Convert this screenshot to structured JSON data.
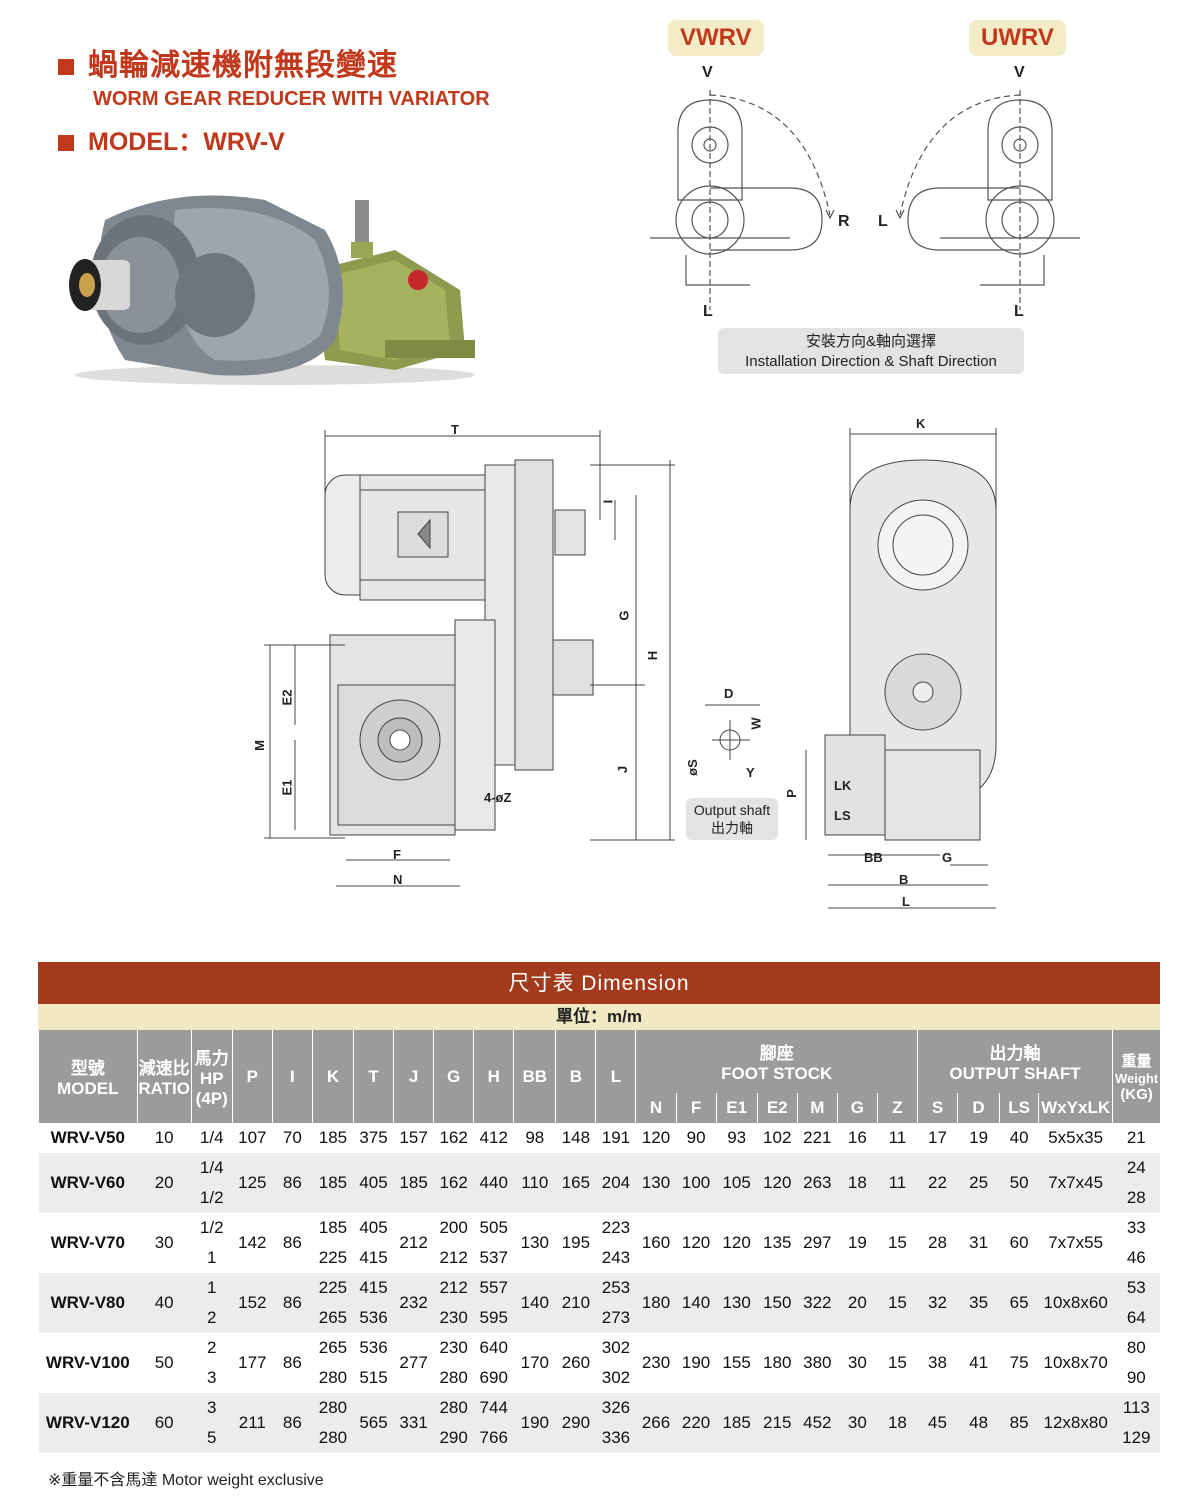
{
  "header": {
    "title_zh": "蝸輪減速機附無段變速",
    "title_en": "WORM GEAR REDUCER WITH VARIATOR",
    "model": "MODEL：WRV-V"
  },
  "direction": {
    "left_tag": "VWRV",
    "right_tag": "UWRV",
    "v_label": "V",
    "r_label": "R",
    "l_label": "L",
    "caption_zh": "安裝方向&軸向選擇",
    "caption_en": "Installation Direction & Shaft Direction"
  },
  "drawing": {
    "T": "T",
    "K": "K",
    "I": "I",
    "G": "G",
    "H": "H",
    "J": "J",
    "E1": "E1",
    "E2": "E2",
    "M": "M",
    "F": "F",
    "N": "N",
    "Z": "4-øZ",
    "D": "D",
    "W": "W",
    "Y": "Y",
    "S": "øS",
    "P": "P",
    "LK": "LK",
    "LS": "LS",
    "BB": "BB",
    "B": "B",
    "L": "L",
    "output_en": "Output shaft",
    "output_zh": "出力軸"
  },
  "table": {
    "title": "尺寸表  Dimension",
    "unit": "單位：m/m",
    "h_model_zh": "型號",
    "h_model_en": "MODEL",
    "h_ratio_zh": "減速比",
    "h_ratio_en": "RATIO",
    "h_hp_zh": "馬力",
    "h_hp_en": "HP",
    "h_hp_4p": "(4P)",
    "h_foot_zh": "腳座",
    "h_foot_en": "FOOT STOCK",
    "h_shaft_zh": "出力軸",
    "h_shaft_en": "OUTPUT SHAFT",
    "h_weight_zh": "重量",
    "h_weight_en": "Weight",
    "h_weight_kg": "(KG)",
    "cols": [
      "P",
      "I",
      "K",
      "T",
      "J",
      "G",
      "H",
      "BB",
      "B",
      "L"
    ],
    "foot_cols": [
      "N",
      "F",
      "E1",
      "E2",
      "M",
      "G",
      "Z"
    ],
    "shaft_cols": [
      "S",
      "D",
      "LS",
      "WxYxLK"
    ],
    "ratios": [
      "10",
      "20",
      "30",
      "40",
      "50",
      "60"
    ],
    "rows": [
      {
        "model": "WRV-V50",
        "hp": [
          "1/4"
        ],
        "P": "107",
        "I": "70",
        "K": [
          "185"
        ],
        "T": [
          "375"
        ],
        "J": "157",
        "G": [
          "162"
        ],
        "H": [
          "412"
        ],
        "BB": "98",
        "B": "148",
        "L": [
          "191"
        ],
        "N": "120",
        "F": "90",
        "E1": "93",
        "E2": "102",
        "M": "221",
        "FG": "16",
        "Z": "11",
        "S": "17",
        "D": "19",
        "LS": "40",
        "WYL": "5x5x35",
        "W": [
          "21"
        ]
      },
      {
        "model": "WRV-V60",
        "hp": [
          "1/4",
          "1/2"
        ],
        "P": "125",
        "I": "86",
        "K": [
          "185"
        ],
        "T": [
          "405"
        ],
        "J": "185",
        "G": [
          "162"
        ],
        "H": [
          "440"
        ],
        "BB": "110",
        "B": "165",
        "L": [
          "204"
        ],
        "N": "130",
        "F": "100",
        "E1": "105",
        "E2": "120",
        "M": "263",
        "FG": "18",
        "Z": "11",
        "S": "22",
        "D": "25",
        "LS": "50",
        "WYL": "7x7x45",
        "W": [
          "24",
          "28"
        ]
      },
      {
        "model": "WRV-V70",
        "hp": [
          "1/2",
          "1"
        ],
        "P": "142",
        "I": "86",
        "K": [
          "185",
          "225"
        ],
        "T": [
          "405",
          "415"
        ],
        "J": "212",
        "G": [
          "200",
          "212"
        ],
        "H": [
          "505",
          "537"
        ],
        "BB": "130",
        "B": "195",
        "L": [
          "223",
          "243"
        ],
        "N": "160",
        "F": "120",
        "E1": "120",
        "E2": "135",
        "M": "297",
        "FG": "19",
        "Z": "15",
        "S": "28",
        "D": "31",
        "LS": "60",
        "WYL": "7x7x55",
        "W": [
          "33",
          "46"
        ]
      },
      {
        "model": "WRV-V80",
        "hp": [
          "1",
          "2"
        ],
        "P": "152",
        "I": "86",
        "K": [
          "225",
          "265"
        ],
        "T": [
          "415",
          "536"
        ],
        "J": "232",
        "G": [
          "212",
          "230"
        ],
        "H": [
          "557",
          "595"
        ],
        "BB": "140",
        "B": "210",
        "L": [
          "253",
          "273"
        ],
        "N": "180",
        "F": "140",
        "E1": "130",
        "E2": "150",
        "M": "322",
        "FG": "20",
        "Z": "15",
        "S": "32",
        "D": "35",
        "LS": "65",
        "WYL": "10x8x60",
        "W": [
          "53",
          "64"
        ]
      },
      {
        "model": "WRV-V100",
        "hp": [
          "2",
          "3"
        ],
        "P": "177",
        "I": "86",
        "K": [
          "265",
          "280"
        ],
        "T": [
          "536",
          "515"
        ],
        "J": "277",
        "G": [
          "230",
          "280"
        ],
        "H": [
          "640",
          "690"
        ],
        "BB": "170",
        "B": "260",
        "L": [
          "302",
          "302"
        ],
        "N": "230",
        "F": "190",
        "E1": "155",
        "E2": "180",
        "M": "380",
        "FG": "30",
        "Z": "15",
        "S": "38",
        "D": "41",
        "LS": "75",
        "WYL": "10x8x70",
        "W": [
          "80",
          "90"
        ]
      },
      {
        "model": "WRV-V120",
        "hp": [
          "3",
          "5"
        ],
        "P": "211",
        "I": "86",
        "K": [
          "280",
          "280"
        ],
        "T": [
          "565"
        ],
        "J": "331",
        "G": [
          "280",
          "290"
        ],
        "H": [
          "744",
          "766"
        ],
        "BB": "190",
        "B": "290",
        "L": [
          "326",
          "336"
        ],
        "N": "266",
        "F": "220",
        "E1": "185",
        "E2": "215",
        "M": "452",
        "FG": "30",
        "Z": "18",
        "S": "45",
        "D": "48",
        "LS": "85",
        "WYL": "12x8x80",
        "W": [
          "113",
          "129"
        ]
      }
    ]
  },
  "footnote": "※重量不含馬達 Motor weight exclusive"
}
